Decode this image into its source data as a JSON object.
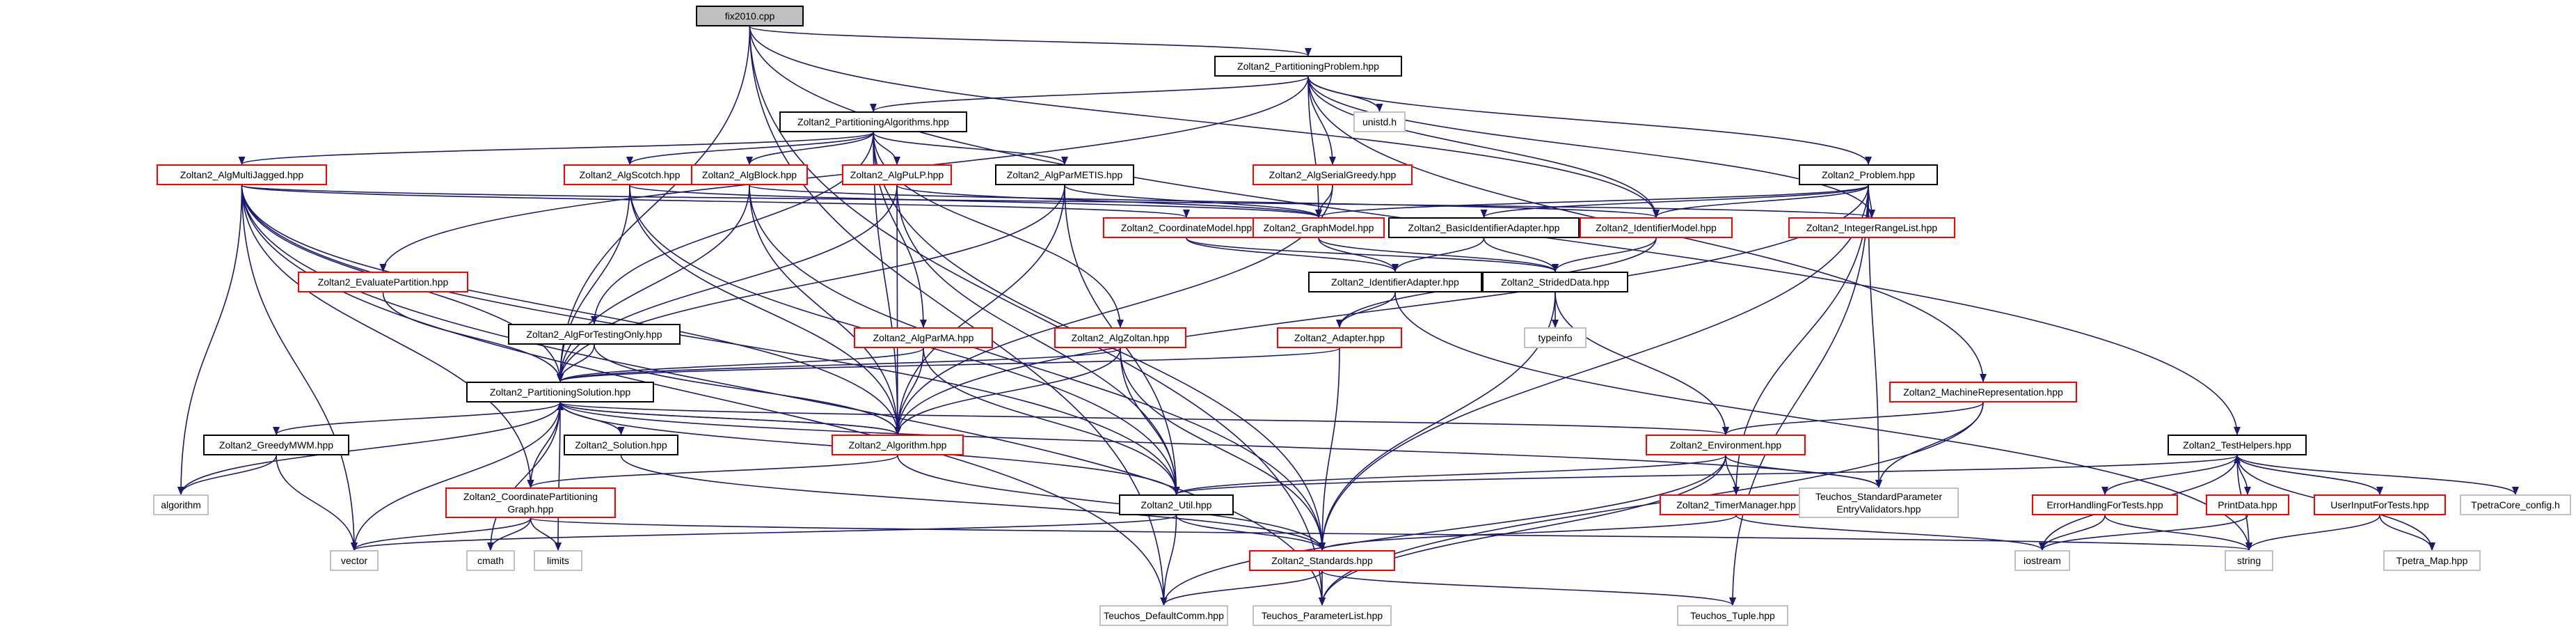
{
  "colors": {
    "edge": "#191970",
    "documented": "#000000",
    "documented_with_refs": "#ff0000",
    "external": "#bfbfbf",
    "root_fill": "#bfbfbf"
  },
  "nodes": {
    "root": "fix2010.cpp",
    "partitioning_problem": "Zoltan2_PartitioningProblem.hpp",
    "unistd": "unistd.h",
    "partitioning_algorithms": "Zoltan2_PartitioningAlgorithms.hpp",
    "alg_serial_greedy": "Zoltan2_AlgSerialGreedy.hpp",
    "problem": "Zoltan2_Problem.hpp",
    "alg_multijagged": "Zoltan2_AlgMultiJagged.hpp",
    "alg_scotch": "Zoltan2_AlgScotch.hpp",
    "alg_block": "Zoltan2_AlgBlock.hpp",
    "alg_pulp": "Zoltan2_AlgPuLP.hpp",
    "alg_parmetis": "Zoltan2_AlgParMETIS.hpp",
    "coordinate_model": "Zoltan2_CoordinateModel.hpp",
    "graph_model": "Zoltan2_GraphModel.hpp",
    "basic_identifier_adapter": "Zoltan2_BasicIdentifierAdapter.hpp",
    "identifier_model": "Zoltan2_IdentifierModel.hpp",
    "integer_range_list": "Zoltan2_IntegerRangeList.hpp",
    "evaluate_partition": "Zoltan2_EvaluatePartition.hpp",
    "alg_for_testing_only": "Zoltan2_AlgForTestingOnly.hpp",
    "identifier_adapter": "Zoltan2_IdentifierAdapter.hpp",
    "strided_data": "Zoltan2_StridedData.hpp",
    "typeinfo": "typeinfo",
    "alg_parma": "Zoltan2_AlgParMA.hpp",
    "alg_zoltan": "Zoltan2_AlgZoltan.hpp",
    "adapter": "Zoltan2_Adapter.hpp",
    "machine_representation": "Zoltan2_MachineRepresentation.hpp",
    "partitioning_solution": "Zoltan2_PartitioningSolution.hpp",
    "greedy_mwm": "Zoltan2_GreedyMWM.hpp",
    "solution": "Zoltan2_Solution.hpp",
    "algorithm_hpp": "Zoltan2_Algorithm.hpp",
    "environment": "Zoltan2_Environment.hpp",
    "test_helpers": "Zoltan2_TestHelpers.hpp",
    "algorithm": "algorithm",
    "coord_part_graph": "Zoltan2_CoordinatePartitioning Graph.hpp",
    "util": "Zoltan2_Util.hpp",
    "timer_manager": "Zoltan2_TimerManager.hpp",
    "teuchos_std_param": "Teuchos_StandardParameter EntryValidators.hpp",
    "error_handling": "ErrorHandlingForTests.hpp",
    "print_data": "PrintData.hpp",
    "user_input": "UserInputForTests.hpp",
    "tpetra_core_config": "TpetraCore_config.h",
    "vector": "vector",
    "cmath": "cmath",
    "limits": "limits",
    "standards": "Zoltan2_Standards.hpp",
    "iostream": "iostream",
    "string": "string",
    "tpetra_map": "Tpetra_Map.hpp",
    "teuchos_defaultcomm": "Teuchos_DefaultComm.hpp",
    "teuchos_parameterlist": "Teuchos_ParameterList.hpp",
    "teuchos_tuple": "Teuchos_Tuple.hpp"
  }
}
